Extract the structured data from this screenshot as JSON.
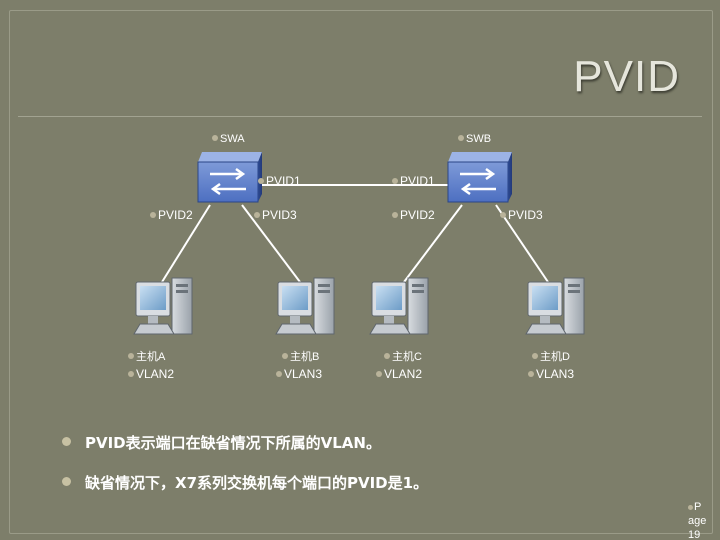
{
  "title": "PVID",
  "switches": [
    {
      "label": "SWA"
    },
    {
      "label": "SWB"
    }
  ],
  "ports": {
    "swa_left": "PVID2",
    "swa_top_right": "PVID1",
    "swa_bottom_right": "PVID3",
    "swb_top_left": "PVID1",
    "swb_bottom_left": "PVID2",
    "swb_right": "PVID3"
  },
  "hosts": [
    {
      "name": "主机A",
      "vlan": "VLAN2"
    },
    {
      "name": "主机B",
      "vlan": "VLAN3"
    },
    {
      "name": "主机C",
      "vlan": "VLAN2"
    },
    {
      "name": "主机D",
      "vlan": "VLAN3"
    }
  ],
  "bullets": [
    "PVID表示端口在缺省情况下所属的VLAN。",
    "缺省情况下，X7系列交换机每个端口的PVID是1。"
  ],
  "page": {
    "line1": "P",
    "line2": "age",
    "line3": "19"
  },
  "colors": {
    "background": "#7d7e6a",
    "switch": "#3f63b8",
    "link": "#ffffff"
  }
}
